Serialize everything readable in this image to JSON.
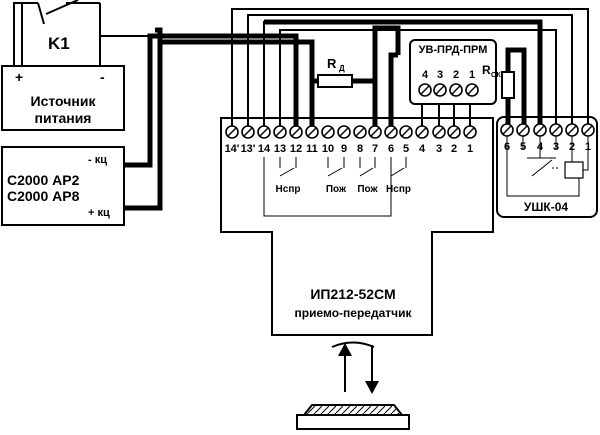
{
  "relay": {
    "label": "K1"
  },
  "power_supply": {
    "title_line1": "Источник",
    "title_line2": "питания",
    "plus": "+",
    "minus": "-"
  },
  "controller": {
    "model_line1": "С2000 АР2",
    "model_line2": "С2000 АР8",
    "minus_terminal": "- кц",
    "plus_terminal": "+ кц"
  },
  "resistor_d": {
    "label": "R",
    "sub": "Д"
  },
  "resistor_ok": {
    "label": "R",
    "sub": "ОК"
  },
  "uv_block": {
    "title": "УВ-ПРД-ПРМ",
    "terminals": [
      "4",
      "3",
      "2",
      "1"
    ]
  },
  "main_unit": {
    "terminals": [
      "14'",
      "13'",
      "14",
      "13",
      "12",
      "11",
      "10",
      "9",
      "8",
      "7",
      "6",
      "5",
      "4",
      "3",
      "2",
      "1"
    ],
    "contact_labels": [
      "Нспр",
      "Пож",
      "Пож",
      "Нспр"
    ],
    "model": "ИП212-52СМ",
    "description": "приемо-передатчик"
  },
  "ushk": {
    "title": "УШК-04",
    "terminals": [
      "6",
      "5",
      "4",
      "3",
      "2",
      "1"
    ]
  },
  "colors": {
    "line": "#000000",
    "panel_border": "#000000",
    "background": "#ffffff",
    "screw_fill": "#ffffff"
  }
}
